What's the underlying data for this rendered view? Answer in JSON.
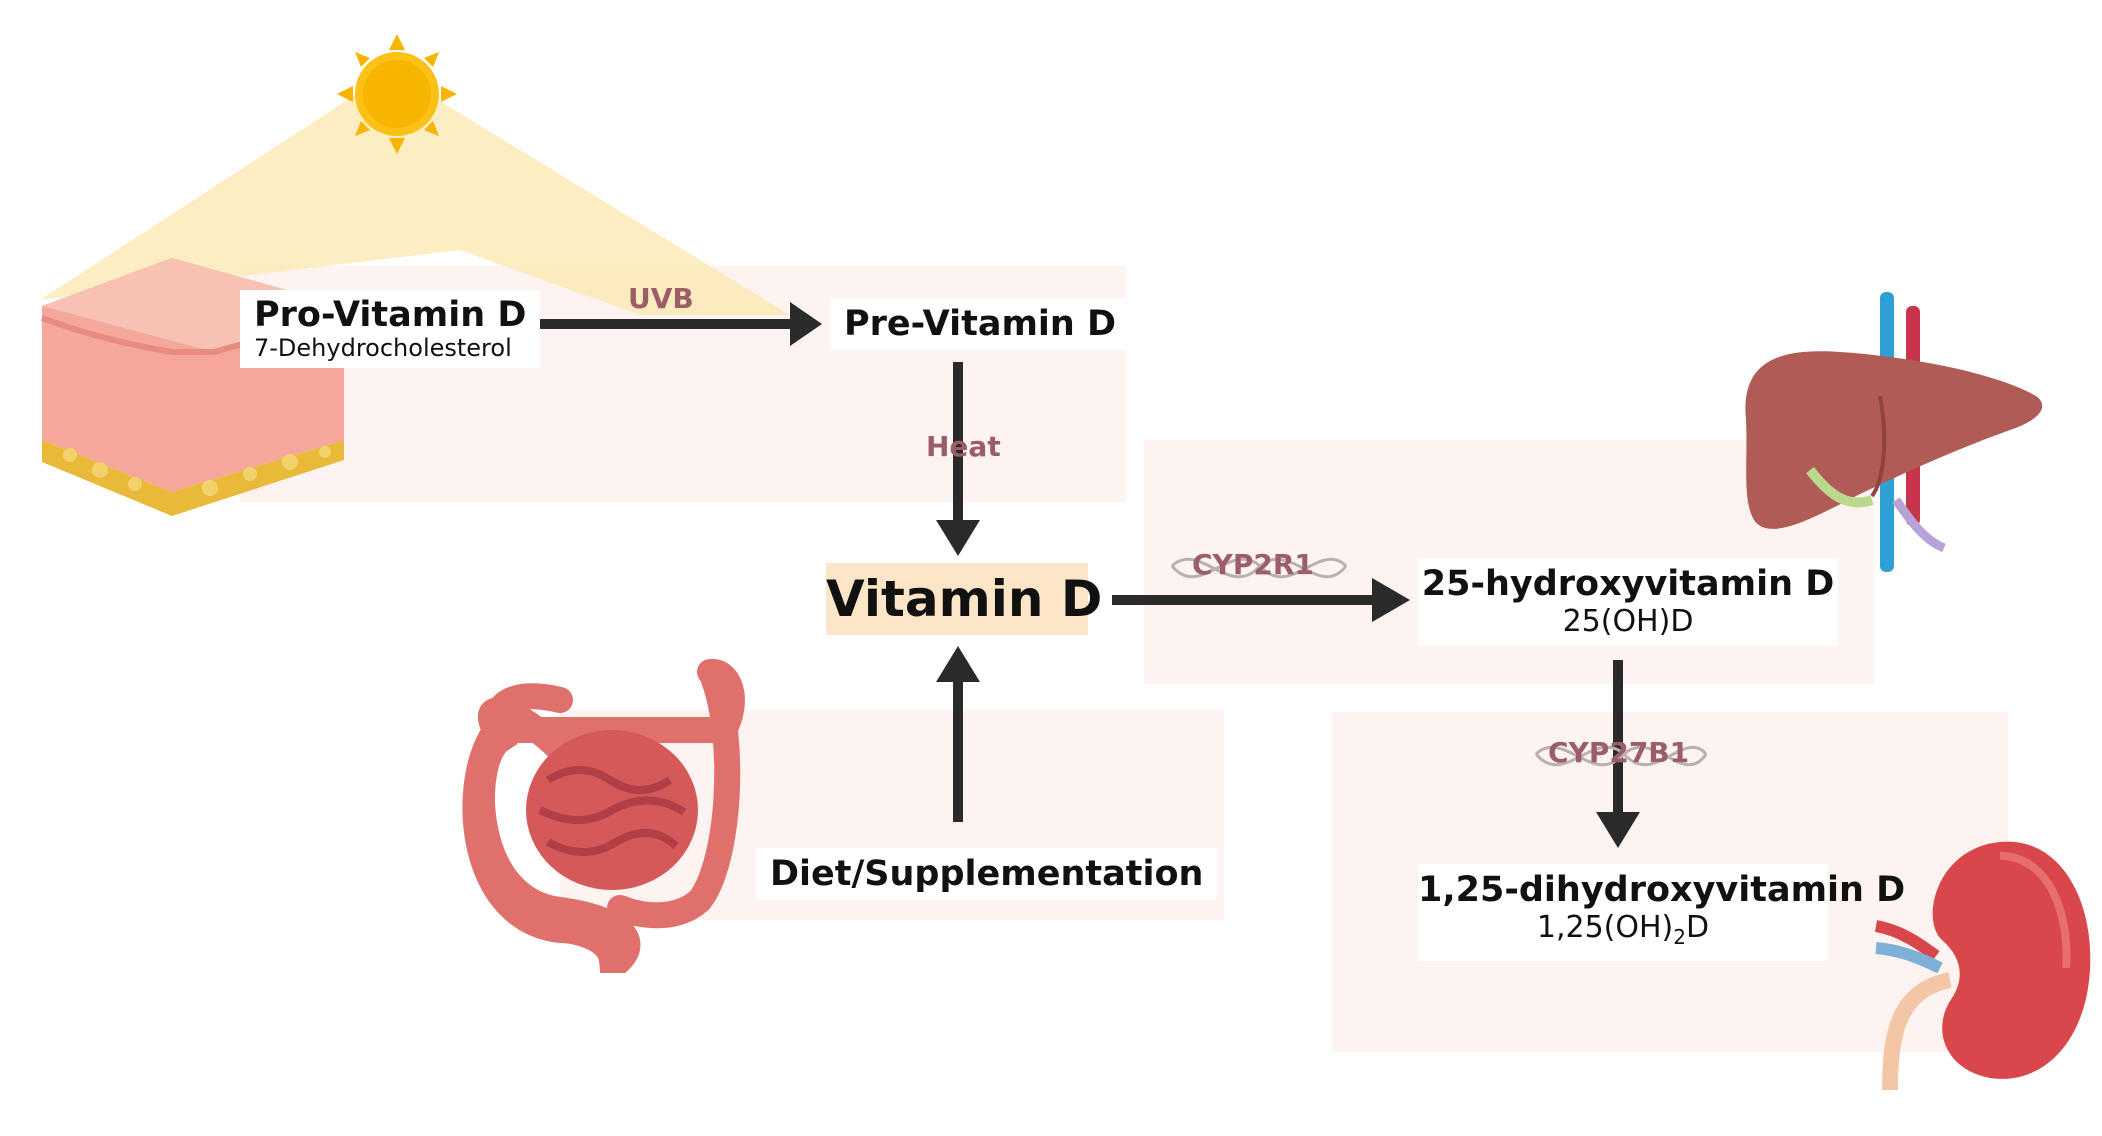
{
  "nodes": {
    "provitamin": {
      "title": "Pro-Vitamin D",
      "subtitle": "7-Dehydrocholesterol"
    },
    "previtamin": {
      "title": "Pre-Vitamin D"
    },
    "vitamin": {
      "title": "Vitamin D"
    },
    "diet": {
      "title": "Diet/Supplementation"
    },
    "hydroxy25": {
      "title": "25-hydroxyvitamin D",
      "subtitle": "25(OH)D"
    },
    "dihydroxy": {
      "title": "1,25-dihydroxyvitamin D",
      "subtitle_prefix": "1,25(OH)",
      "subtitle_sub": "2",
      "subtitle_suffix": "D"
    }
  },
  "edges": {
    "uvb": "UVB",
    "heat": "Heat",
    "cyp2r1": "CYP2R1",
    "cyp27b1": "CYP27B1"
  },
  "icons": [
    "sun-icon",
    "skin-layer-icon",
    "liver-icon",
    "intestine-icon",
    "kidney-icon",
    "dna-helix-icon"
  ],
  "colors": {
    "panel": "#fdf1ee",
    "vitamin_highlight": "#fde5c8",
    "edge_label": "#9c5e66",
    "arrow": "#2a2a2a",
    "sun": "#f7b500",
    "skin": "#f4a79a",
    "fat": "#e9b93a",
    "liver": "#b05b56",
    "kidney": "#d9474b",
    "intestine": "#e0706c"
  }
}
